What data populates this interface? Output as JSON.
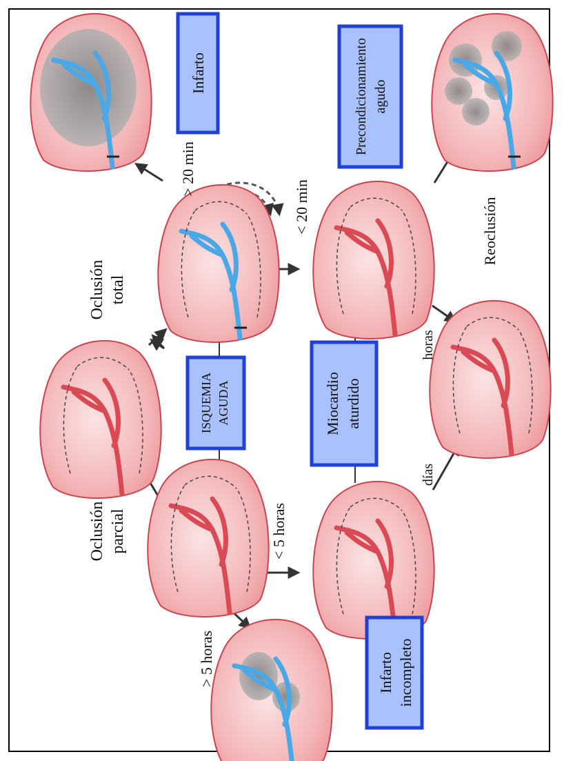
{
  "boxes": {
    "infarto": "Infarto",
    "precondicionamiento_1": "Precondicionamiento",
    "precondicionamiento_2": "agudo",
    "isquemia_1": "ISQUEMIA",
    "isquemia_2": "AGUDA",
    "miocardio_1": "Miocardio",
    "miocardio_2": "aturdido",
    "incompleto_1": "Infarto",
    "incompleto_2": "incompleto"
  },
  "labels": {
    "oclusion_total_1": "Oclusión",
    "oclusion_total_2": "total",
    "oclusion_parcial_1": "Oclusión",
    "oclusion_parcial_2": "parcial",
    "gt20min": "> 20 min",
    "lt20min": "< 20 min",
    "reoclusion": "Reoclusión",
    "horas": "horas",
    "dias": "días",
    "lt5horas": "< 5 horas",
    "gt5horas": "> 5 horas"
  },
  "colors": {
    "box_fill": "#a9c1ff",
    "box_border": "#1f3fd6",
    "heart_fill": "#f2a5a8",
    "heart_outline": "#c8454f",
    "vessel_red": "#d94a55",
    "vessel_blue": "#4aa8e6",
    "infarct_gray": "#8f8f8f"
  }
}
